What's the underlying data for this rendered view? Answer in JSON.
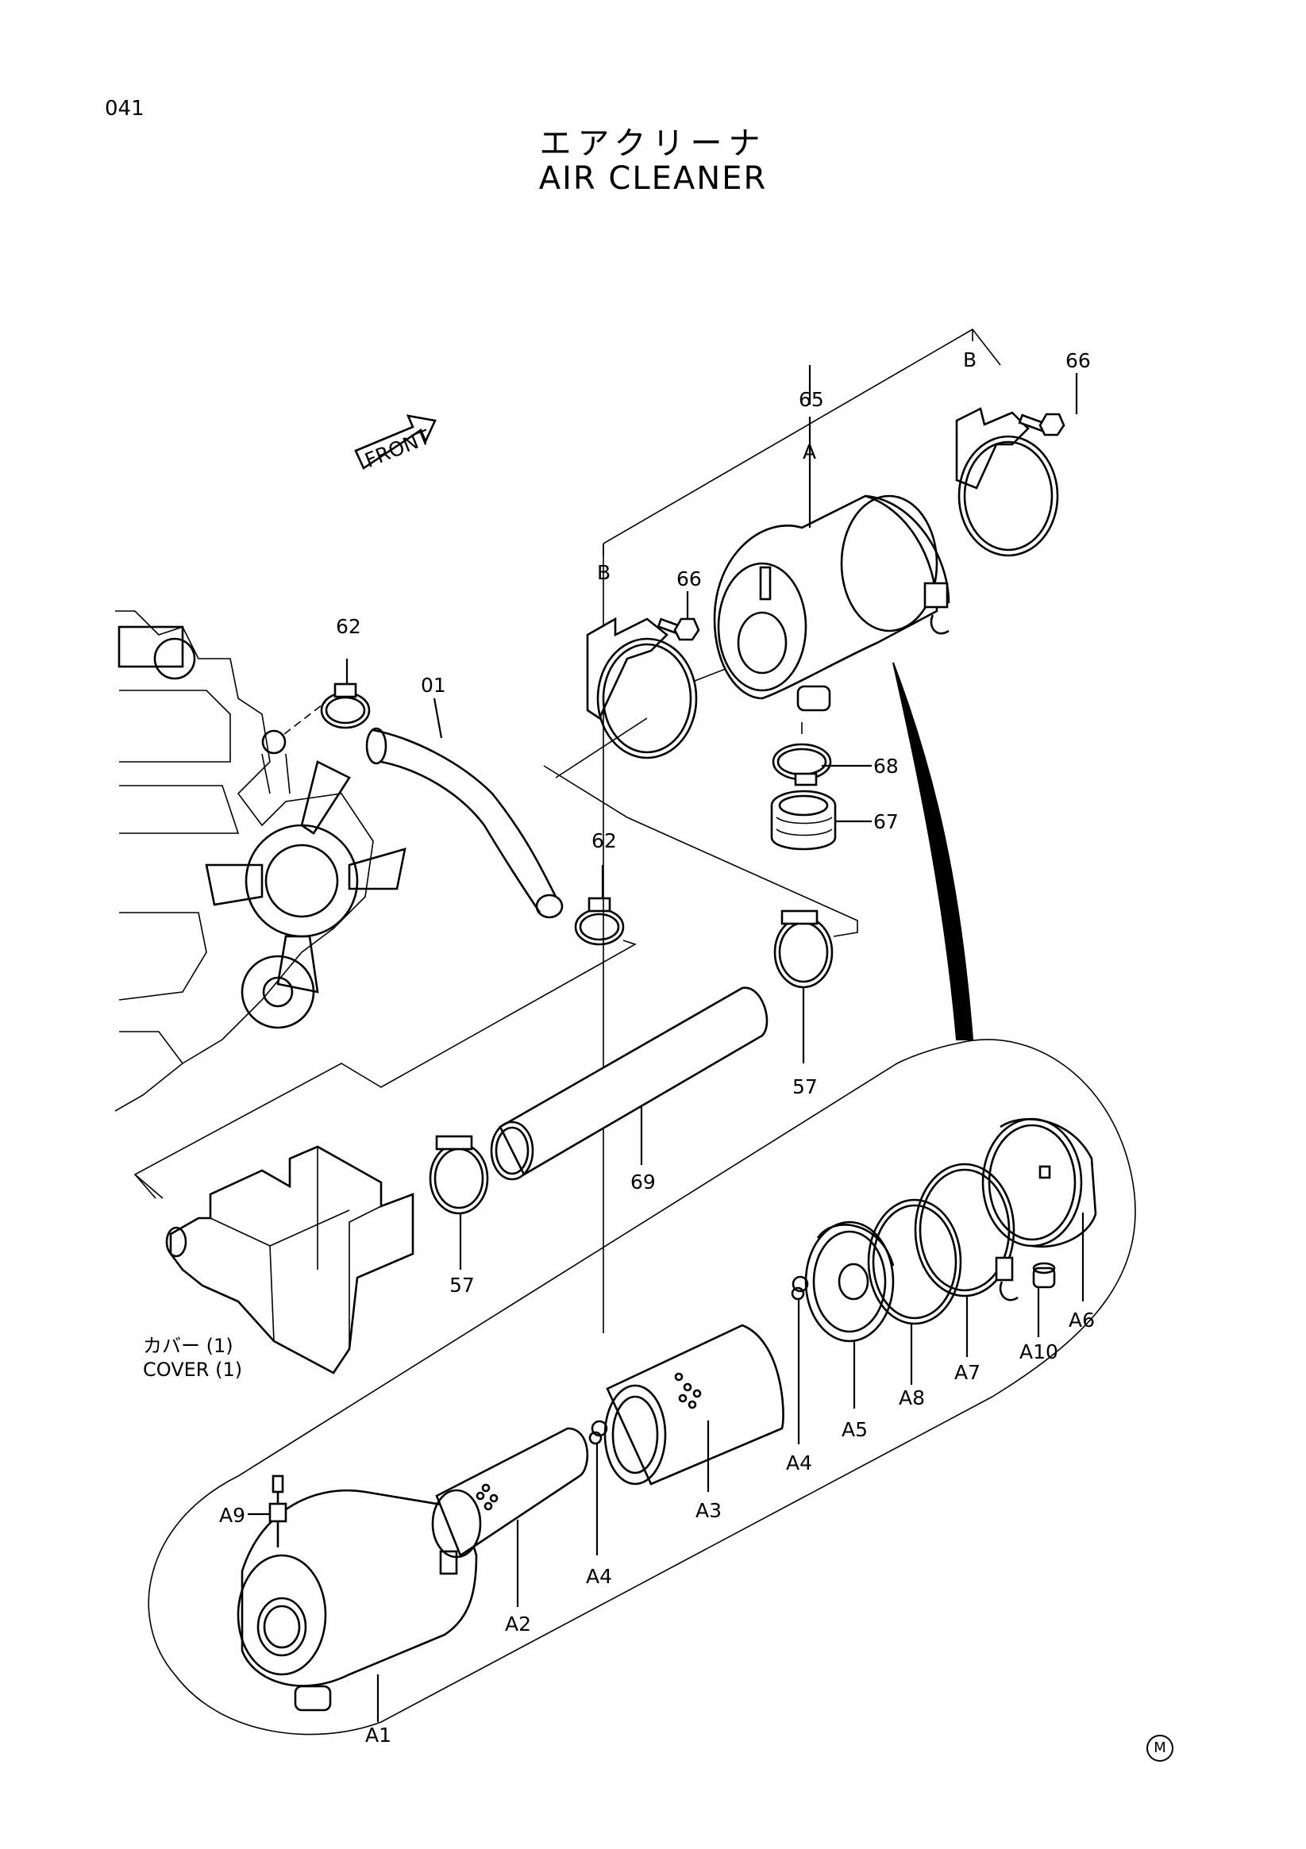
{
  "page": {
    "number": "041",
    "title_jp": "エアクリーナ",
    "title_en": "AIR CLEANER",
    "corner_mark": "M"
  },
  "front_arrow": {
    "label": "FRONT"
  },
  "cover": {
    "label_jp": "カバー (1)",
    "label_en": "COVER (1)"
  },
  "callouts": {
    "c62a": "62",
    "c62b": "62",
    "c01": "01",
    "c66a": "66",
    "c66b": "66",
    "cBa": "B",
    "cBb": "B",
    "c65": "65",
    "cA": "A",
    "c68": "68",
    "c67": "67",
    "c57a": "57",
    "c57b": "57",
    "c69": "69",
    "cA1": "A1",
    "cA2": "A2",
    "cA3": "A3",
    "cA4a": "A4",
    "cA4b": "A4",
    "cA5": "A5",
    "cA6": "A6",
    "cA7": "A7",
    "cA8": "A8",
    "cA9": "A9",
    "cA10": "A10"
  }
}
